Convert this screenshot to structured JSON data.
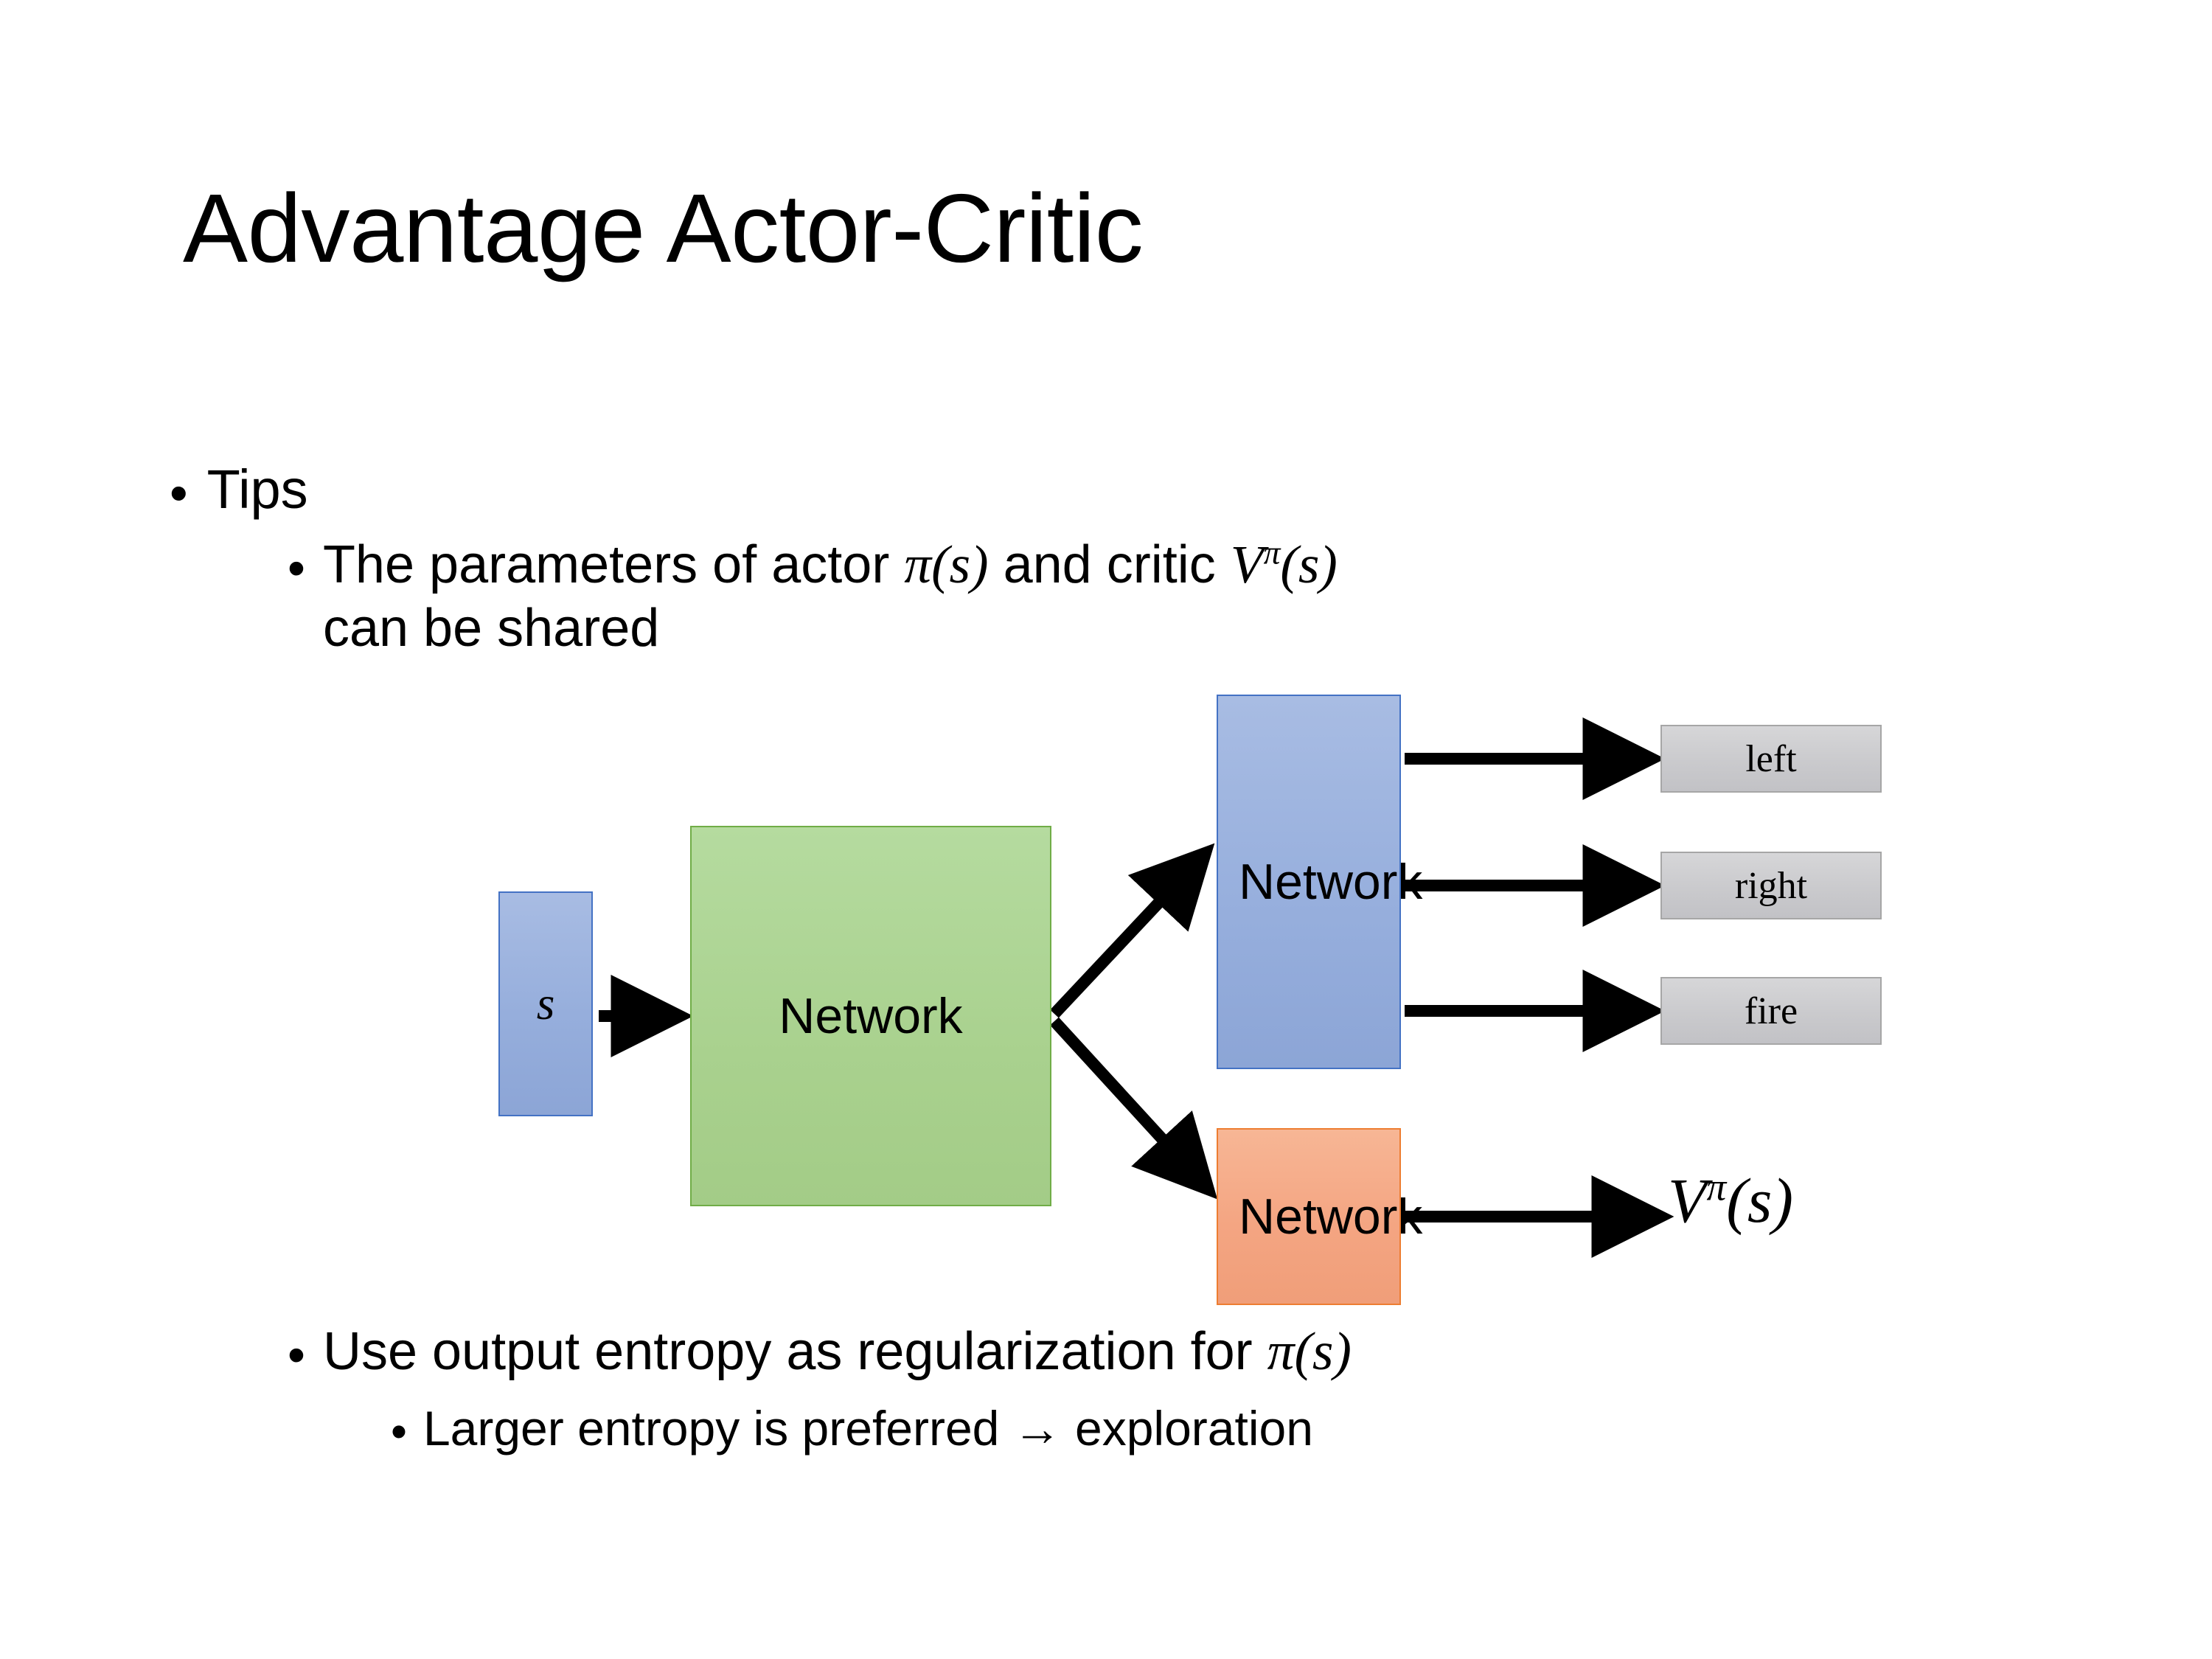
{
  "slide": {
    "title": "Advantage Actor-Critic",
    "background_color": "#FFFFFF"
  },
  "bullets": {
    "level1": "Tips",
    "level2_a": {
      "prefix": "The parameters of actor ",
      "math_pi": "π(s)",
      "middle": "  and critic ",
      "math_v_base": "V",
      "math_v_sup": "π",
      "math_v_arg": "(s)",
      "line2": "can be shared"
    },
    "level2_b": {
      "prefix": "Use output entropy as regularization for ",
      "math_pi": "π(s)"
    },
    "level3": "Larger entropy is preferred → exploration",
    "bullet_glyph": "•"
  },
  "diagram": {
    "state_box": {
      "label": "s",
      "fill": "#96AEDC",
      "border": "#4472C4"
    },
    "shared_network": {
      "label": "Network",
      "fill": "#A9D18E",
      "border": "#70AD47"
    },
    "actor_network": {
      "label": "Network",
      "fill": "#97AFDD",
      "border": "#4472C4"
    },
    "critic_network": {
      "label": "Network",
      "fill": "#F4A582",
      "border": "#ED7D31"
    },
    "actions": [
      {
        "label": "left",
        "fill": "#C9C9CC",
        "border": "#A6A6A6"
      },
      {
        "label": "right",
        "fill": "#C9C9CC",
        "border": "#A6A6A6"
      },
      {
        "label": "fire",
        "fill": "#C9C9CC",
        "border": "#A6A6A6"
      }
    ],
    "critic_output": {
      "base": "V",
      "sup": "π",
      "arg": "(s)"
    },
    "arrow_color": "#000000"
  }
}
